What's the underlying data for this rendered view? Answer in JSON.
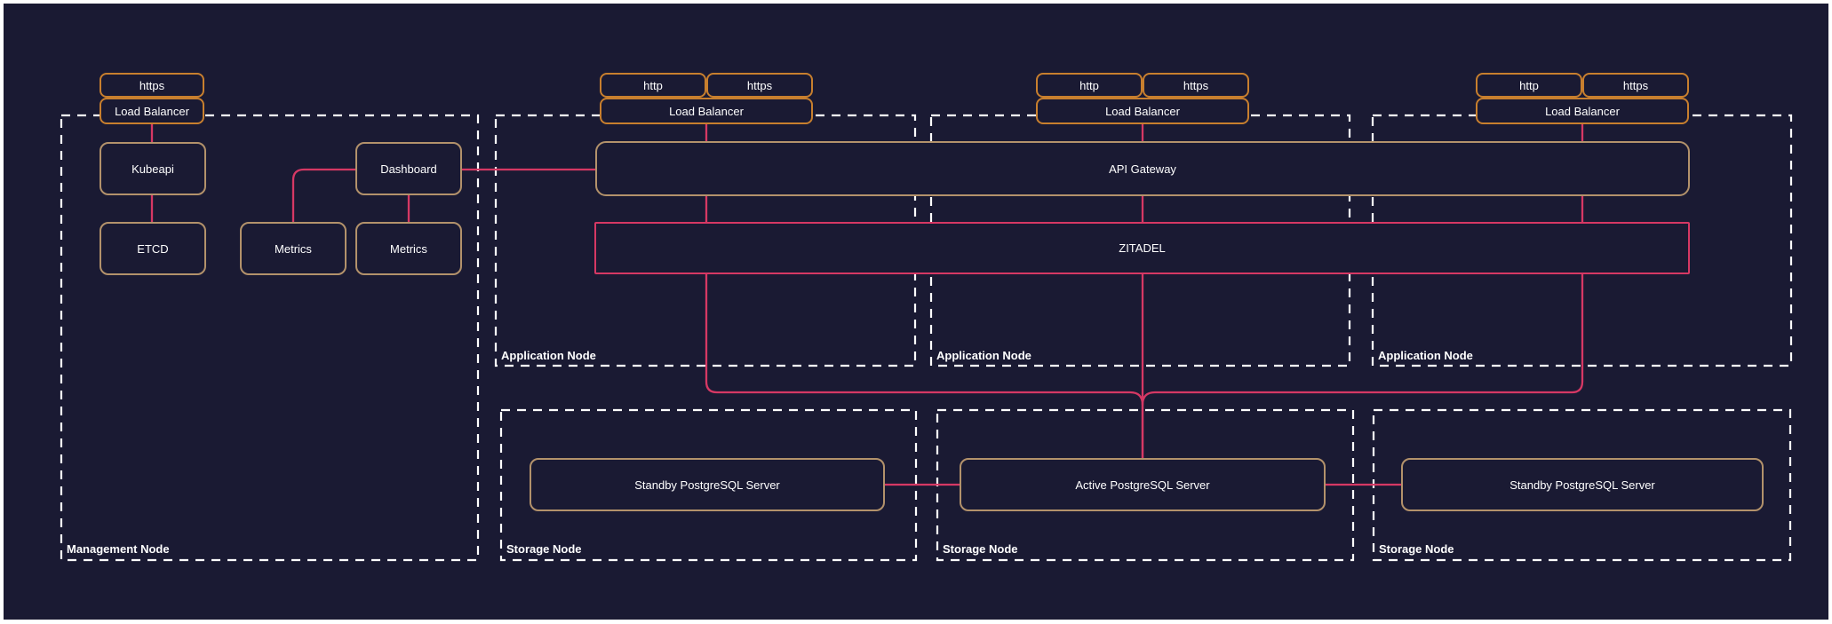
{
  "colors": {
    "background": "#1a1a33",
    "frame": "#ffffff",
    "node_border": "#b3926b",
    "load_balancer_border": "#c87f2e",
    "edge": "#d63864",
    "zitadel_border": "#d63864",
    "group_border": "#ffffff",
    "text": "#ffffff"
  },
  "groups": {
    "management": {
      "label": "Management Node"
    },
    "application": [
      {
        "label": "Application Node"
      },
      {
        "label": "Application Node"
      },
      {
        "label": "Application Node"
      }
    ],
    "storage": [
      {
        "label": "Storage Node"
      },
      {
        "label": "Storage Node"
      },
      {
        "label": "Storage Node"
      }
    ]
  },
  "load_balancers": [
    {
      "label": "Load Balancer",
      "ports": [
        "https"
      ]
    },
    {
      "label": "Load Balancer",
      "ports": [
        "http",
        "https"
      ]
    },
    {
      "label": "Load Balancer",
      "ports": [
        "http",
        "https"
      ]
    },
    {
      "label": "Load Balancer",
      "ports": [
        "http",
        "https"
      ]
    }
  ],
  "nodes": {
    "kubeapi": "Kubeapi",
    "etcd": "ETCD",
    "metrics_1": "Metrics",
    "dashboard": "Dashboard",
    "metrics_2": "Metrics",
    "api_gateway": "API Gateway",
    "zitadel": "ZITADEL",
    "standby_db_1": "Standby PostgreSQL Server",
    "active_db": "Active PostgreSQL Server",
    "standby_db_2": "Standby PostgreSQL Server"
  },
  "edges": [
    {
      "from": "Load Balancer (Management Node)",
      "to": "Kubeapi"
    },
    {
      "from": "Kubeapi",
      "to": "ETCD"
    },
    {
      "from": "Dashboard",
      "to": "Metrics"
    },
    {
      "from": "Dashboard",
      "to": "Metrics"
    },
    {
      "from": "Dashboard",
      "to": "API Gateway"
    },
    {
      "from": "Load Balancer (Application Node 1)",
      "to": "API Gateway"
    },
    {
      "from": "Load Balancer (Application Node 2)",
      "to": "API Gateway"
    },
    {
      "from": "Load Balancer (Application Node 3)",
      "to": "API Gateway"
    },
    {
      "from": "API Gateway",
      "to": "ZITADEL"
    },
    {
      "from": "API Gateway",
      "to": "ZITADEL"
    },
    {
      "from": "API Gateway",
      "to": "ZITADEL"
    },
    {
      "from": "ZITADEL (app node 1)",
      "to": "Active PostgreSQL Server"
    },
    {
      "from": "ZITADEL (app node 2)",
      "to": "Active PostgreSQL Server"
    },
    {
      "from": "ZITADEL (app node 3)",
      "to": "Active PostgreSQL Server"
    },
    {
      "from": "Standby PostgreSQL Server",
      "to": "Active PostgreSQL Server"
    },
    {
      "from": "Active PostgreSQL Server",
      "to": "Standby PostgreSQL Server"
    }
  ]
}
